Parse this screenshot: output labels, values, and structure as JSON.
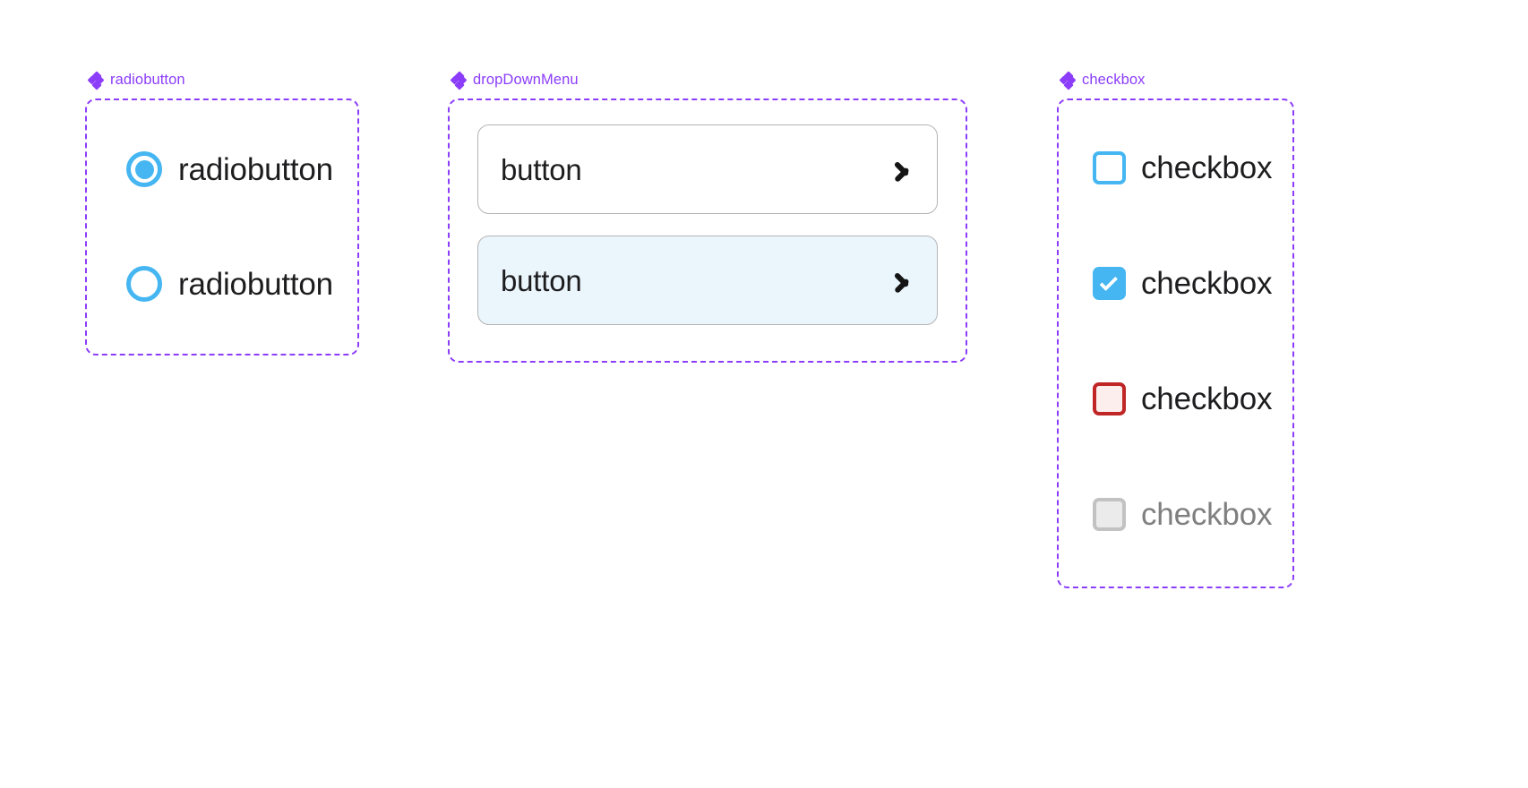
{
  "theme": {
    "annotation_color": "#8b3dfa",
    "accent_blue": "#45b6f2",
    "error_red": "#c02626",
    "error_fill": "#fdeeee",
    "disabled_gray": "#c2c2c2",
    "disabled_fill": "#ebebeb",
    "disabled_text": "#7f7f7f",
    "highlight_fill": "#eaf5fc",
    "button_border": "#b5b5b5",
    "text_color": "#1d1d1f",
    "background": "#ffffff"
  },
  "groups": [
    {
      "id": "radiobutton",
      "label": "radiobutton",
      "icon": "sparkle-diamond-icon",
      "items": [
        {
          "label": "radiobutton",
          "state": "selected"
        },
        {
          "label": "radiobutton",
          "state": "unselected"
        }
      ]
    },
    {
      "id": "dropDownMenu",
      "label": "dropDownMenu",
      "icon": "sparkle-diamond-icon",
      "items": [
        {
          "label": "button",
          "state": "default",
          "trailing_icon": "chevron-right-icon"
        },
        {
          "label": "button",
          "state": "highlighted",
          "trailing_icon": "chevron-right-icon"
        }
      ]
    },
    {
      "id": "checkbox",
      "label": "checkbox",
      "icon": "sparkle-diamond-icon",
      "items": [
        {
          "label": "checkbox",
          "state": "unchecked"
        },
        {
          "label": "checkbox",
          "state": "checked"
        },
        {
          "label": "checkbox",
          "state": "error"
        },
        {
          "label": "checkbox",
          "state": "disabled"
        }
      ]
    }
  ]
}
